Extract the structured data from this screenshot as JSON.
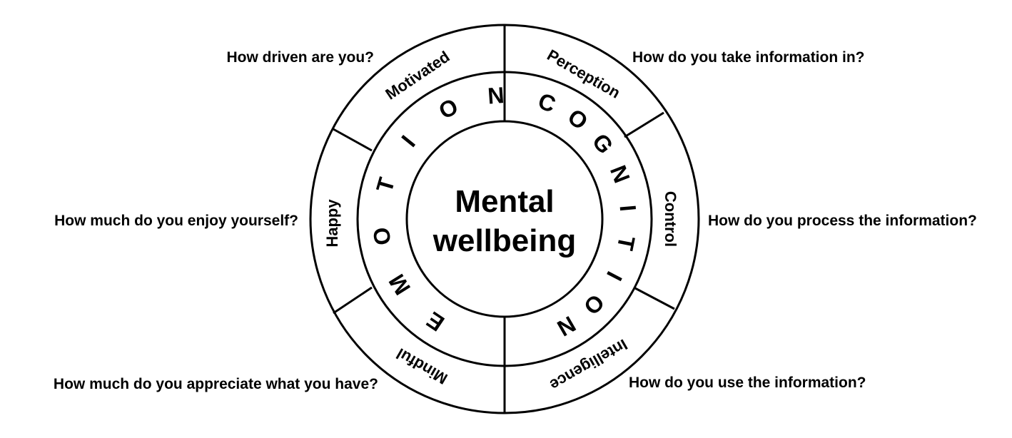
{
  "center": {
    "line1": "Mental",
    "line2": "wellbeing"
  },
  "groups": {
    "emotion": "EMOTION",
    "cognition": "COGNITION"
  },
  "segments": [
    {
      "label": "Motivated",
      "question": "How driven are you?"
    },
    {
      "label": "Happy",
      "question": "How much do you enjoy yourself?"
    },
    {
      "label": "Mindful",
      "question": "How much do you appreciate what you have?"
    },
    {
      "label": "Perception",
      "question": "How do you take information in?"
    },
    {
      "label": "Control",
      "question": "How do you process the information?"
    },
    {
      "label": "Intelligence",
      "question": "How do you use the information?"
    }
  ],
  "colors": {
    "stroke": "#000000",
    "text": "#000000",
    "background": "#ffffff"
  }
}
